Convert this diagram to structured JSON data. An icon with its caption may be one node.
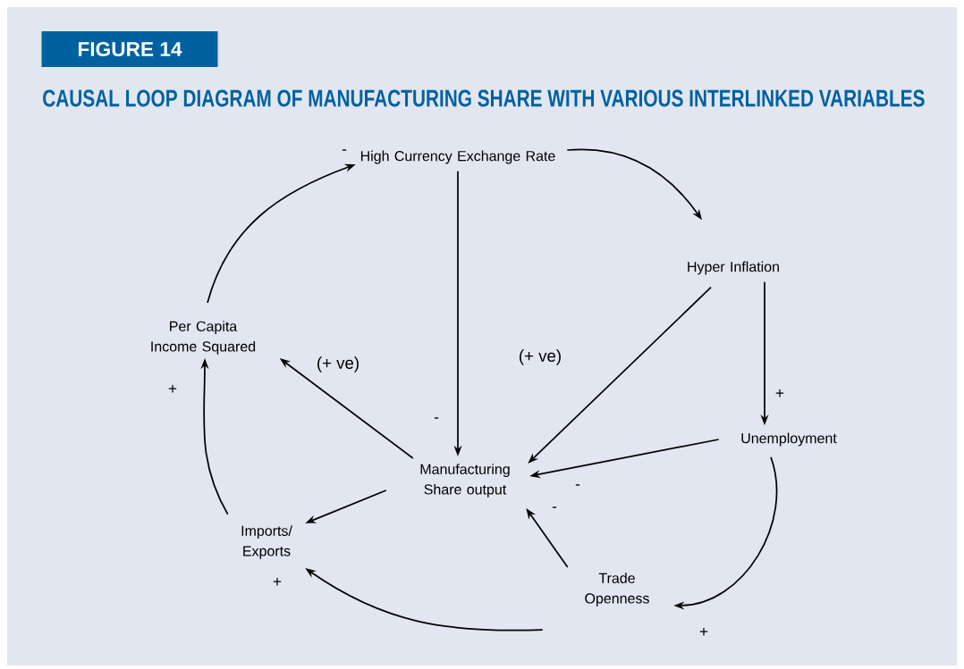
{
  "diagram": {
    "title": "CAUSAL LOOP DIAGRAM OF MANUFACTURING SHARE WITH VARIOUS INTERLINKED VARIABLES",
    "nodes": [
      {
        "text": [
          "High Currency Exchange Rate"
        ]
      },
      {
        "text": [
          "Hyper Inflation"
        ]
      },
      {
        "text": [
          "Per Capita Income Squared"
        ]
      },
      {
        "text": [
          "Manufacturing Share output"
        ]
      },
      {
        "text": [
          "Unemployment"
        ]
      },
      {
        "text": [
          "Imports/ Exports"
        ]
      },
      {
        "text": [
          "Trade Openness"
        ]
      }
    ],
    "edges": [
      {
        "from": 0,
        "to": 1,
        "arrow": "to"
      },
      {
        "from": 0,
        "to": 3,
        "arrow": "to"
      },
      {
        "from": 1,
        "to": 3,
        "arrow": "to"
      },
      {
        "from": 1,
        "to": 4,
        "arrow": "to"
      },
      {
        "from": 4,
        "to": 3,
        "arrow": "to"
      },
      {
        "from": 6,
        "to": 3,
        "arrow": "to"
      },
      {
        "from": 3,
        "to": 2,
        "arrow": "to"
      },
      {
        "from": 3,
        "to": 5,
        "arrow": "to"
      },
      {
        "from": 5,
        "to": 2,
        "arrow": "to"
      },
      {
        "from": 2,
        "to": 0,
        "arrow": "to"
      },
      {
        "from": 4,
        "to": 6,
        "arrow": "to"
      },
      {
        "from": 6,
        "to": 5,
        "arrow": "to"
      }
    ],
    "labels": [
      "FIGURE 14",
      "-",
      "(+ ve)",
      "(+ ve)",
      "+",
      "+",
      "-",
      "-",
      "-",
      "+",
      "+"
    ]
  }
}
